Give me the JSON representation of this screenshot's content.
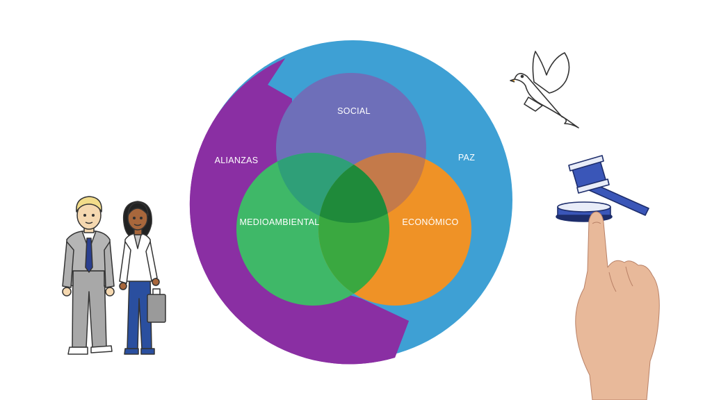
{
  "diagram": {
    "outer_rings": [
      {
        "id": "alianzas",
        "label": "ALIANZAS",
        "color": "#8a2fa3"
      },
      {
        "id": "paz",
        "label": "PAZ",
        "color": "#3ea0d4"
      }
    ],
    "circles": [
      {
        "id": "social",
        "label": "SOCIAL",
        "color": "#6e6fb9"
      },
      {
        "id": "medioambiental",
        "label": "MEDIOAMBIENTAL",
        "color": "#3fb868"
      },
      {
        "id": "economico",
        "label": "ECONÓMICO",
        "color": "#ef9226"
      }
    ],
    "overlap_colors": {
      "social_medioambiental": "#2f9f78",
      "social_economico": "#c47a4a",
      "medioambiental_economico": "#3aa840",
      "center": "#1f8a3a"
    }
  },
  "illustrations": [
    {
      "name": "businessman-figure"
    },
    {
      "name": "businesswoman-figure"
    },
    {
      "name": "dove-icon"
    },
    {
      "name": "gavel-icon"
    },
    {
      "name": "pointing-hand"
    }
  ]
}
